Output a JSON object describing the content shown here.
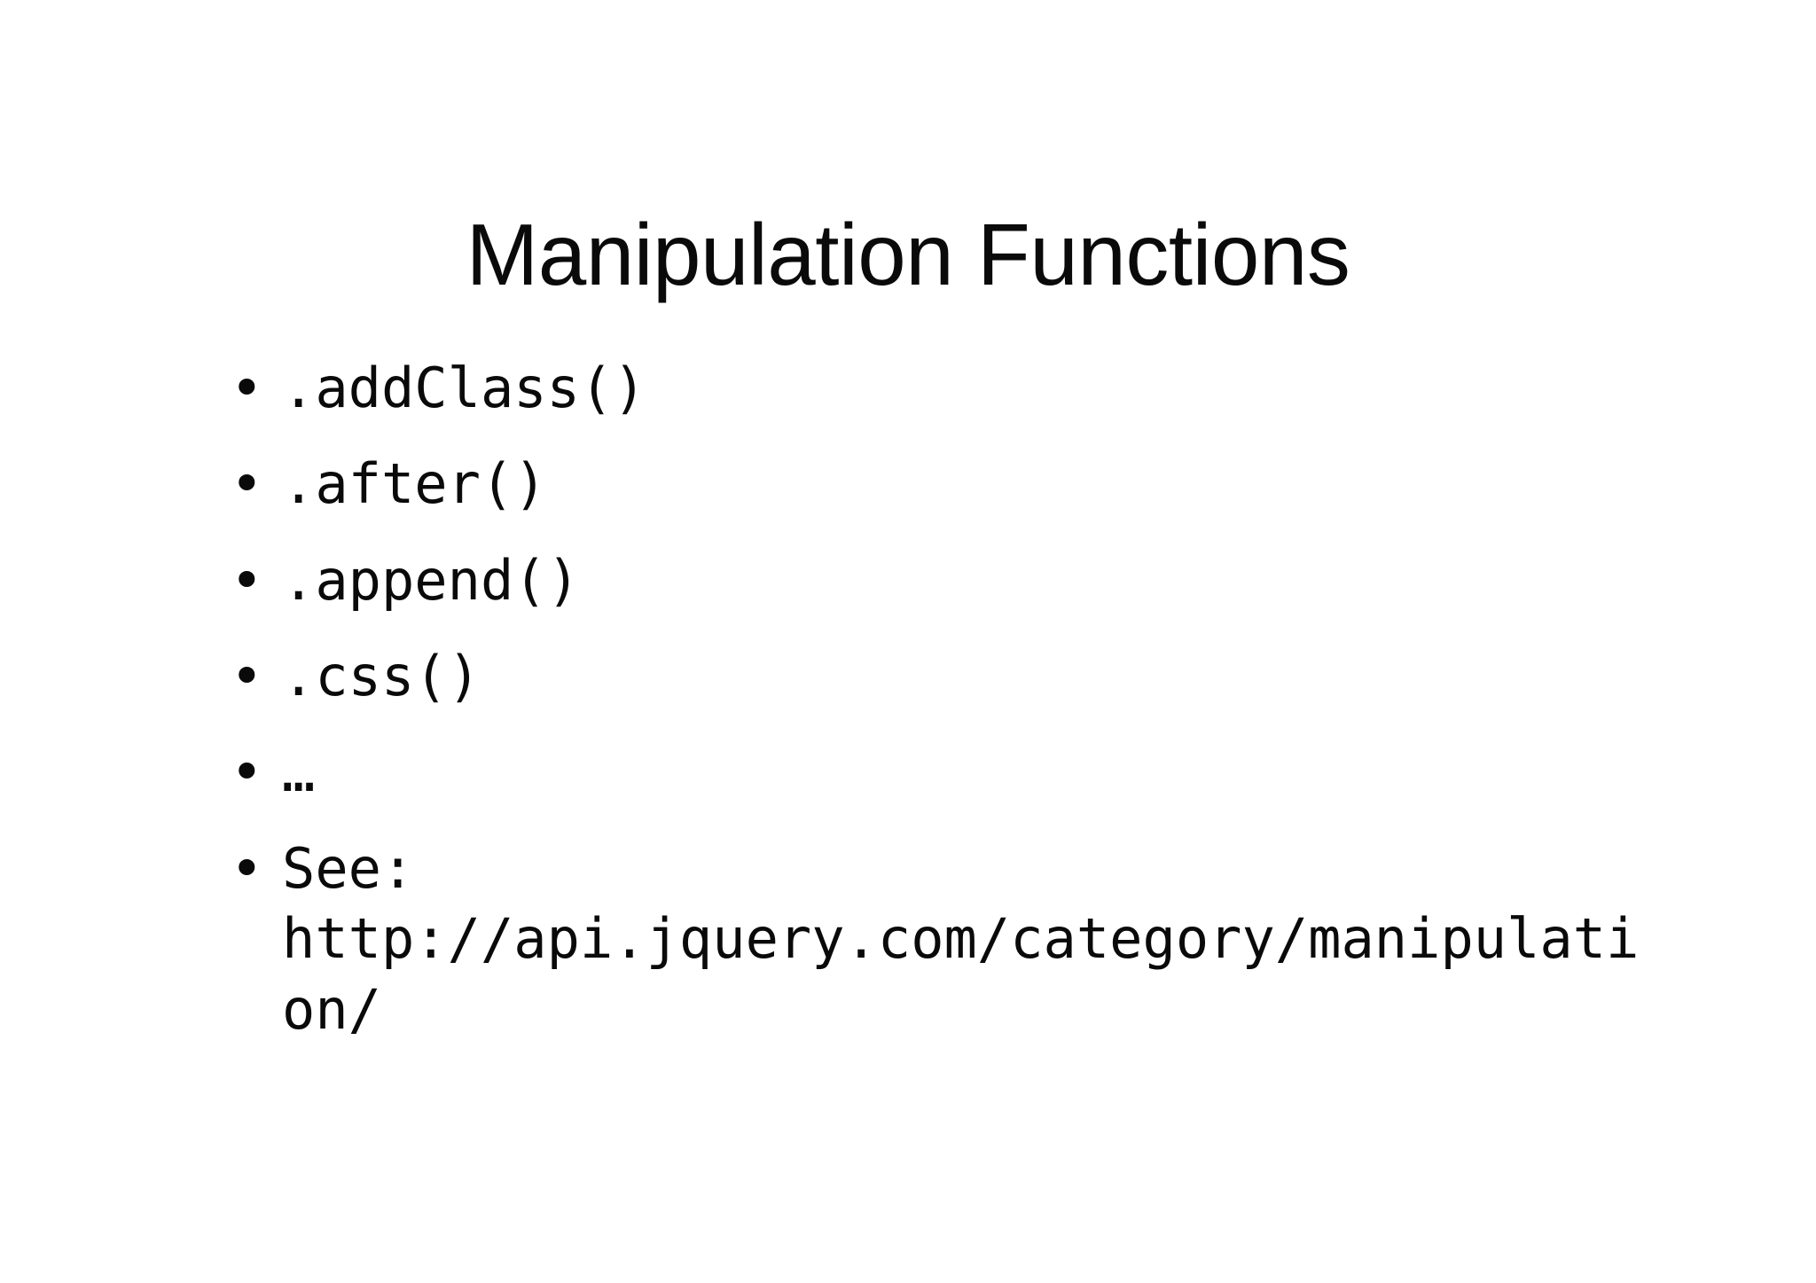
{
  "slide": {
    "title": "Manipulation Functions",
    "background_color": "#ffffff",
    "text_color": "#0a0a0a",
    "bullet_marker": "•",
    "bullets": [
      {
        "text": ".addClass()"
      },
      {
        "text": ".after()"
      },
      {
        "text": ".append()"
      },
      {
        "text": ".css()"
      },
      {
        "text": "…"
      },
      {
        "text": "See: http://api.jquery.com/category/manipulation/"
      }
    ]
  }
}
